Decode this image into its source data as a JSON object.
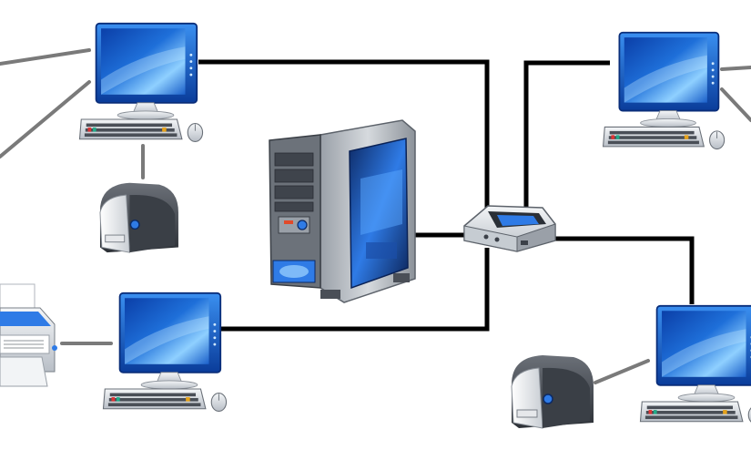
{
  "diagram": {
    "type": "network-topology",
    "colors": {
      "background": "#ffffff",
      "link_primary": "#000000",
      "link_secondary": "#7a7a7a",
      "screen": "#1e6fd9",
      "screen_glow": "#8fd0ff",
      "device_body": "#dfe3e8",
      "device_dark": "#4a4f57"
    },
    "nodes": [
      {
        "id": "server",
        "kind": "server-tower",
        "icon": "server-tower-icon"
      },
      {
        "id": "switch",
        "kind": "network-switch",
        "icon": "switch-icon"
      },
      {
        "id": "pc-top-left",
        "kind": "workstation",
        "icon": "desktop-computer-icon"
      },
      {
        "id": "pc-bottom-left",
        "kind": "workstation",
        "icon": "desktop-computer-icon"
      },
      {
        "id": "pc-top-right",
        "kind": "workstation",
        "icon": "desktop-computer-icon"
      },
      {
        "id": "pc-bottom-right",
        "kind": "workstation",
        "icon": "desktop-computer-icon"
      },
      {
        "id": "printer-left",
        "kind": "label-printer",
        "icon": "printer-icon"
      },
      {
        "id": "printer-bottom-right",
        "kind": "label-printer",
        "icon": "printer-icon"
      },
      {
        "id": "printer-laser",
        "kind": "laser-printer",
        "icon": "laser-printer-icon"
      }
    ],
    "links": [
      {
        "from": "server",
        "to": "switch",
        "style": "primary"
      },
      {
        "from": "pc-top-left",
        "to": "switch",
        "style": "primary"
      },
      {
        "from": "pc-bottom-left",
        "to": "switch",
        "style": "primary"
      },
      {
        "from": "pc-top-right",
        "to": "switch",
        "style": "primary"
      },
      {
        "from": "pc-bottom-right",
        "to": "switch",
        "style": "primary"
      },
      {
        "from": "pc-top-left",
        "to": "printer-left",
        "style": "secondary"
      },
      {
        "from": "pc-bottom-left",
        "to": "printer-laser",
        "style": "secondary"
      },
      {
        "from": "pc-bottom-right",
        "to": "printer-bottom-right",
        "style": "secondary"
      },
      {
        "from": "pc-top-left",
        "to": "offscreen-left",
        "style": "secondary"
      },
      {
        "from": "pc-top-right",
        "to": "offscreen-right",
        "style": "secondary"
      }
    ]
  }
}
